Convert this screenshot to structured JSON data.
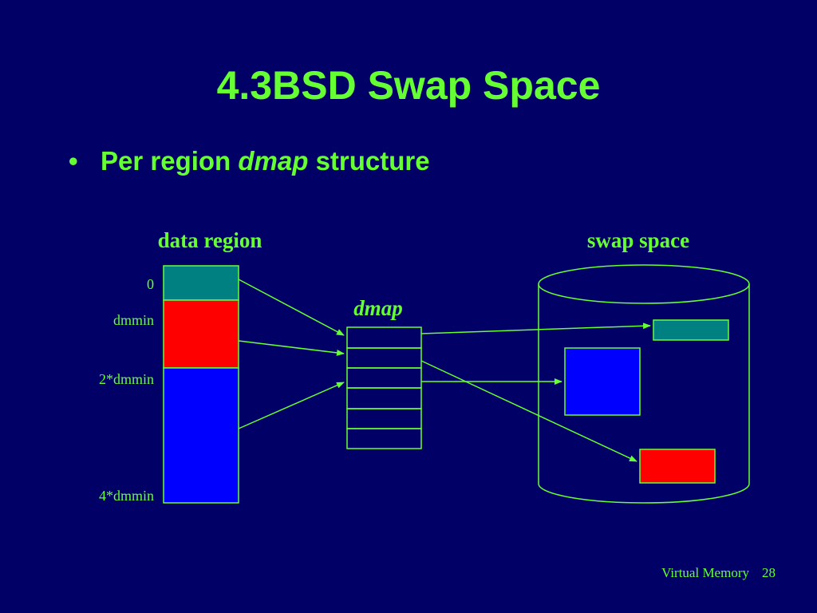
{
  "slide": {
    "title": "4.3BSD Swap Space",
    "bullet": {
      "dot": "•",
      "text_before": "Per region ",
      "text_emphasis": "dmap",
      "text_after": " structure"
    }
  },
  "diagram": {
    "data_region_label": "data region",
    "swap_space_label": "swap space",
    "dmap_label": "dmap",
    "offsets": [
      "0",
      "dmmin",
      "2*dmmin",
      "4*dmmin"
    ]
  },
  "footer": {
    "section": "Virtual Memory",
    "page_number": "28"
  },
  "colors": {
    "background": "#000066",
    "text": "#66ff33",
    "lines": "#66ff33",
    "teal_block": "#008080",
    "red_block": "#ff0000",
    "blue_block": "#0000ff"
  }
}
